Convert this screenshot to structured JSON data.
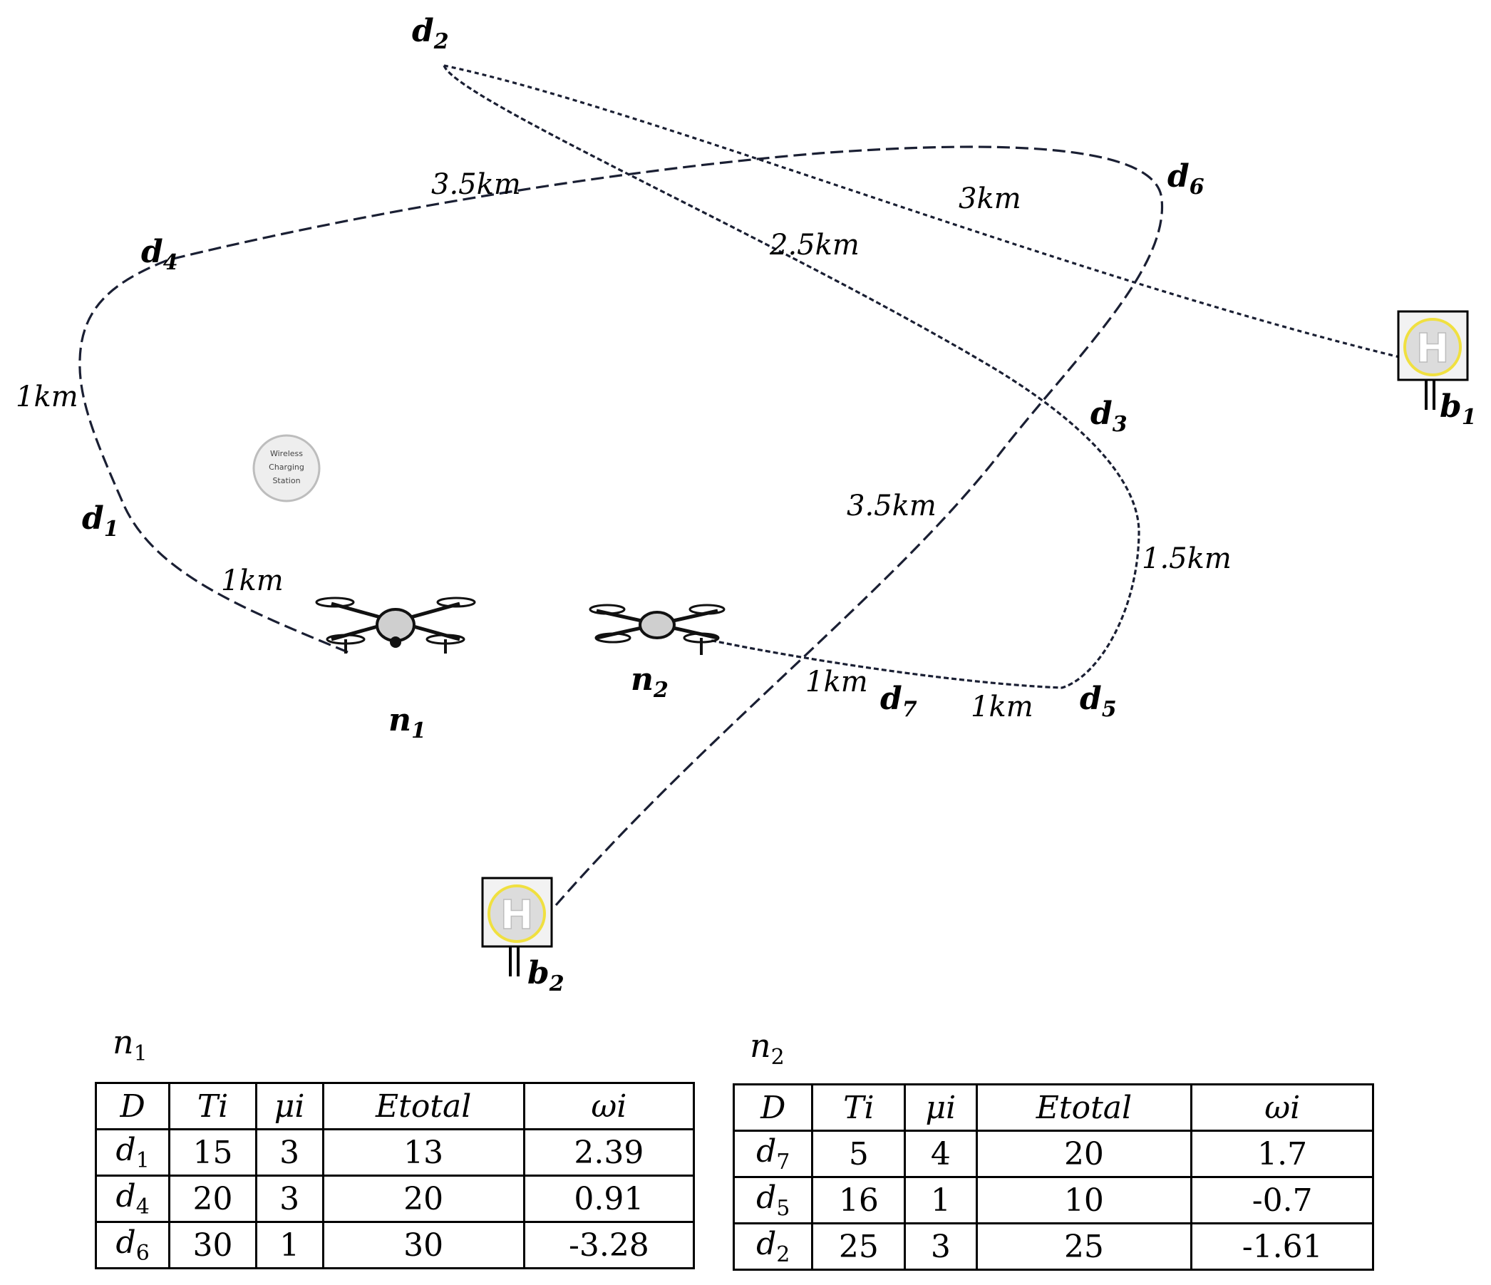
{
  "nodes": {
    "d1": {
      "base": "d",
      "sub": "1"
    },
    "d2": {
      "base": "d",
      "sub": "2"
    },
    "d3": {
      "base": "d",
      "sub": "3"
    },
    "d4": {
      "base": "d",
      "sub": "4"
    },
    "d5": {
      "base": "d",
      "sub": "5"
    },
    "d6": {
      "base": "d",
      "sub": "6"
    },
    "d7": {
      "base": "d",
      "sub": "7"
    },
    "n1": {
      "base": "n",
      "sub": "1"
    },
    "n2": {
      "base": "n",
      "sub": "2"
    },
    "b1": {
      "base": "b",
      "sub": "1"
    },
    "b2": {
      "base": "b",
      "sub": "2"
    }
  },
  "distances": {
    "d2_d6_top": "3.5km",
    "d2_b1": "3km",
    "d2_d3": "2.5km",
    "d4_d1": "1km",
    "d1_n1": "1km",
    "d6_d7": "3.5km",
    "d3_d5": "1.5km",
    "d7_n2": "1km",
    "d5_d7": "1km"
  },
  "helipad_letter": "H",
  "charging_station": [
    "Wireless",
    "Charging",
    "Station"
  ],
  "table_n1": {
    "title_base": "n",
    "title_sub": "1",
    "headers": [
      "D",
      "Ti",
      "μi",
      "Etotal",
      "ωi"
    ],
    "rows": [
      {
        "d_base": "d",
        "d_sub": "1",
        "T": "15",
        "mu": "3",
        "E": "13",
        "omega": "2.39"
      },
      {
        "d_base": "d",
        "d_sub": "4",
        "T": "20",
        "mu": "3",
        "E": "20",
        "omega": "0.91"
      },
      {
        "d_base": "d",
        "d_sub": "6",
        "T": "30",
        "mu": "1",
        "E": "30",
        "omega": "-3.28"
      }
    ]
  },
  "table_n2": {
    "title_base": "n",
    "title_sub": "2",
    "headers": [
      "D",
      "Ti",
      "μi",
      "Etotal",
      "ωi"
    ],
    "rows": [
      {
        "d_base": "d",
        "d_sub": "7",
        "T": "5",
        "mu": "4",
        "E": "20",
        "omega": "1.7"
      },
      {
        "d_base": "d",
        "d_sub": "5",
        "T": "16",
        "mu": "1",
        "E": "10",
        "omega": "-0.7"
      },
      {
        "d_base": "d",
        "d_sub": "2",
        "T": "25",
        "mu": "3",
        "E": "25",
        "omega": "-1.61"
      }
    ]
  }
}
